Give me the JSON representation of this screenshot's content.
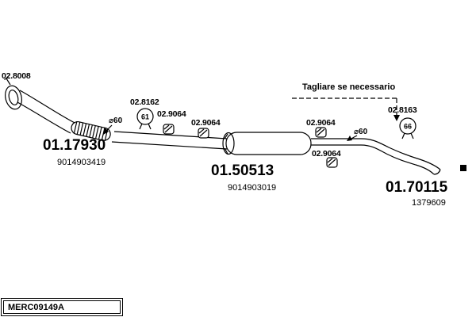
{
  "colors": {
    "ink": "#000000",
    "paper": "#ffffff"
  },
  "diagram": {
    "note_cut": "Tagliare se necessario",
    "drawing_code": "MERC09149A",
    "diameter_front": "⌀60",
    "diameter_rear": "⌀60",
    "fasteners": {
      "front_clamp": "02.8008",
      "clamp_61": {
        "label": "02.8162",
        "size": "61"
      },
      "hangers": [
        "02.9064",
        "02.9064",
        "02.9064",
        "02.9064"
      ],
      "clamp_66": {
        "label": "02.8163",
        "size": "66"
      }
    },
    "parts": {
      "front_pipe": {
        "code": "01.17930",
        "ref": "9014903419"
      },
      "centre_silencer": {
        "code": "01.50513",
        "ref": "9014903019"
      },
      "rear_pipe": {
        "code": "01.70115",
        "ref": "1379609"
      }
    }
  }
}
